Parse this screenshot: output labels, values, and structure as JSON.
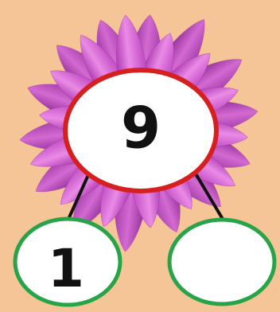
{
  "number_bond": {
    "whole": "9",
    "part_left": "1",
    "part_right": ""
  },
  "colors": {
    "background": "#f6c597",
    "whole_outline": "#d61f1f",
    "part_outline": "#27a447",
    "connector": "#111111",
    "flower_petal": "#d45fd0"
  },
  "icons": {
    "background_image": "flower-illustration"
  }
}
